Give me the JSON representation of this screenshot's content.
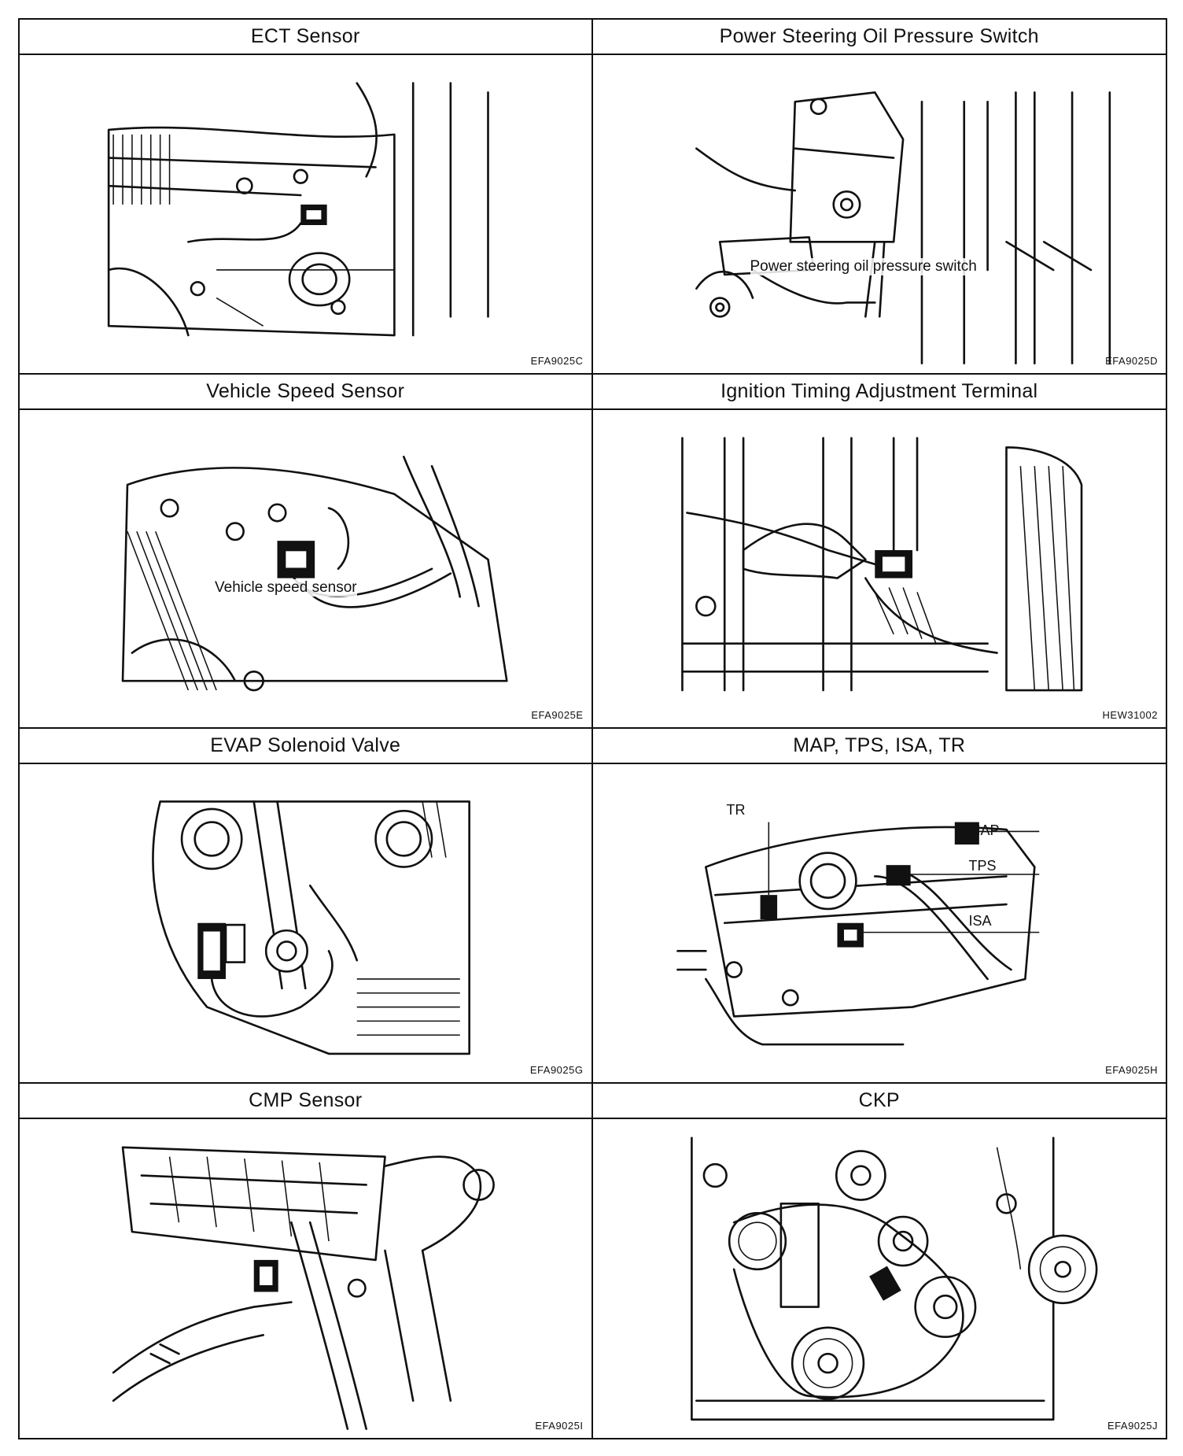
{
  "panels": [
    {
      "title": "ECT Sensor",
      "code": "EFA9025C",
      "labels": []
    },
    {
      "title": "Power Steering Oil Pressure Switch",
      "code": "EFA9025D",
      "labels": [
        "Power steering oil pressure switch"
      ]
    },
    {
      "title": "Vehicle Speed Sensor",
      "code": "EFA9025E",
      "labels": [
        "Vehicle speed sensor"
      ]
    },
    {
      "title": "Ignition Timing Adjustment Terminal",
      "code": "HEW31002",
      "labels": []
    },
    {
      "title": "EVAP Solenoid Valve",
      "code": "EFA9025G",
      "labels": []
    },
    {
      "title": "MAP, TPS, ISA, TR",
      "code": "EFA9025H",
      "labels": [
        "TR",
        "MAP",
        "TPS",
        "ISA"
      ]
    },
    {
      "title": "CMP Sensor",
      "code": "EFA9025I",
      "labels": []
    },
    {
      "title": "CKP",
      "code": "EFA9025J",
      "labels": []
    }
  ]
}
